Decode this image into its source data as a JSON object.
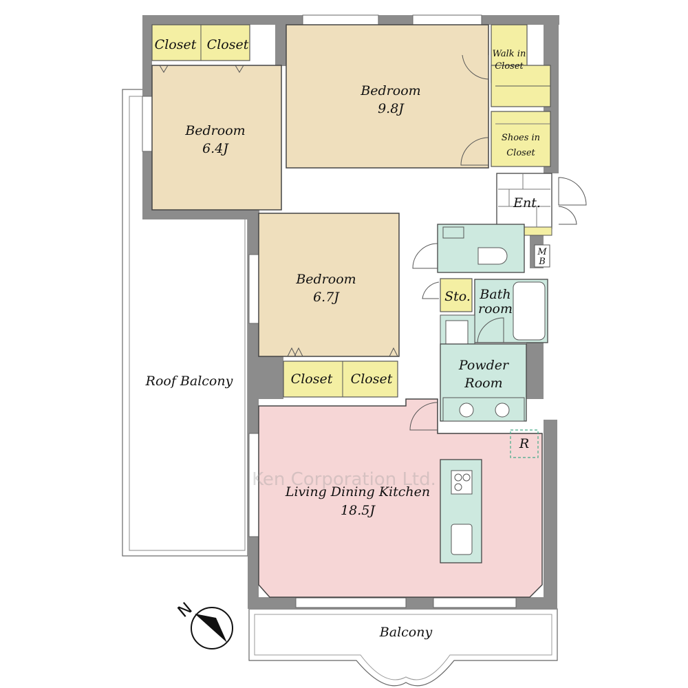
{
  "plan": {
    "rooms": {
      "bedroom_a": {
        "name": "Bedroom",
        "size": "6.4J"
      },
      "bedroom_b": {
        "name": "Bedroom",
        "size": "9.8J"
      },
      "bedroom_c": {
        "name": "Bedroom",
        "size": "6.7J"
      },
      "ldk": {
        "name": "Living Dining Kitchen",
        "size": "18.5J"
      },
      "walk_in_closet": {
        "line1": "Walk in",
        "line2": "Closet"
      },
      "shoes_closet": {
        "line1": "Shoes in",
        "line2": "Closet"
      },
      "entrance": "Ent.",
      "mb": {
        "line1": "M",
        "line2": "B"
      },
      "storage": "Sto.",
      "bathroom": {
        "line1": "Bath",
        "line2": "room"
      },
      "powder_room": {
        "line1": "Powder",
        "line2": "Room"
      },
      "refrigerator": "R",
      "roof_balcony": "Roof Balcony",
      "balcony": "Balcony",
      "closets": [
        "Closet",
        "Closet",
        "Closet",
        "Closet"
      ]
    },
    "compass_letter": "N",
    "watermark": "Ken Corporation Ltd."
  },
  "colors": {
    "bedroom": "#efdfbd",
    "ldk": "#f6d6d6",
    "closet": "#f4efa3",
    "wet": "#cde9df",
    "wall": "#8c8c8c"
  }
}
